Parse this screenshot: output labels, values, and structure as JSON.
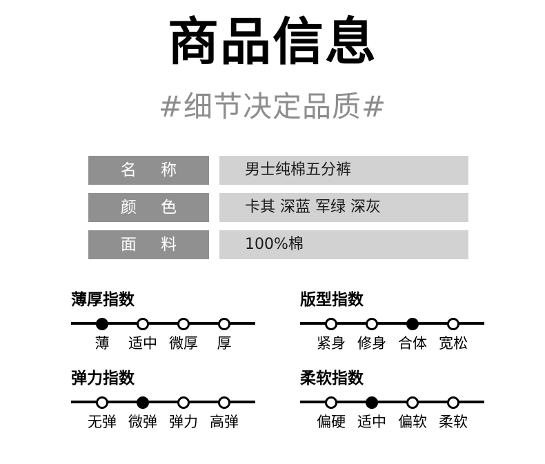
{
  "header": {
    "title": "商品信息",
    "subtitle": "#细节决定品质#"
  },
  "spec_table": {
    "rows": [
      {
        "label": "名 称",
        "value": "男士纯棉五分裤"
      },
      {
        "label": "颜 色",
        "value": "卡其 深蓝 军绿 深灰"
      },
      {
        "label": "面 料",
        "value": "100%棉"
      }
    ]
  },
  "indices": [
    {
      "title": "薄厚指数",
      "options": [
        "薄",
        "适中",
        "微厚",
        "厚"
      ],
      "selected_index": 0
    },
    {
      "title": "版型指数",
      "options": [
        "紧身",
        "修身",
        "合体",
        "宽松"
      ],
      "selected_index": 2
    },
    {
      "title": "弹力指数",
      "options": [
        "无弹",
        "微弹",
        "弹力",
        "高弹"
      ],
      "selected_index": 1
    },
    {
      "title": "柔软指数",
      "options": [
        "偏硬",
        "适中",
        "偏软",
        "柔软"
      ],
      "selected_index": 1
    }
  ],
  "colors": {
    "label_cell": "#909090",
    "value_cell": "#d2d2d2",
    "subtitle": "#8d8d8d",
    "text": "#000000",
    "background": "#ffffff"
  }
}
